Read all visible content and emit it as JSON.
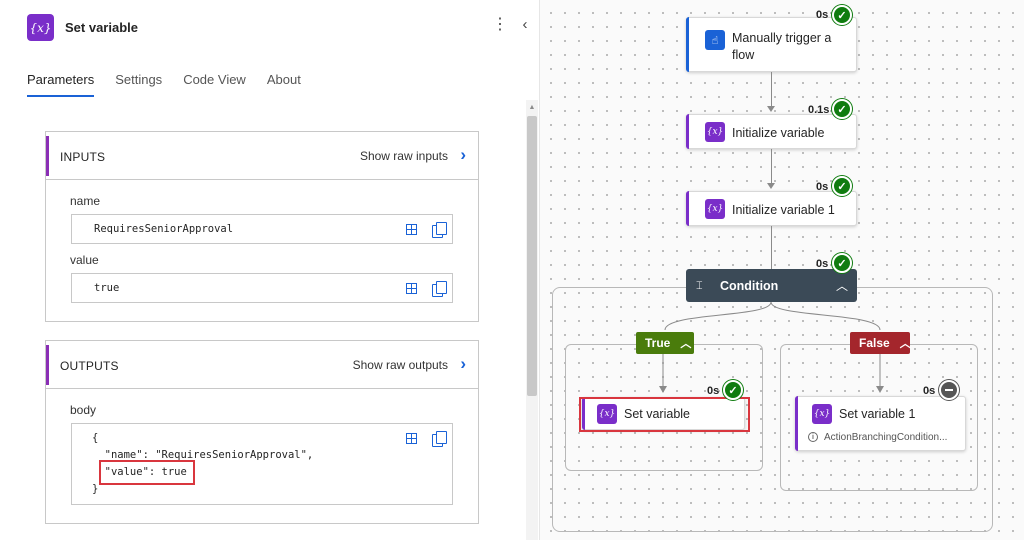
{
  "panel": {
    "icon_glyph": "{x}",
    "title": "Set variable",
    "more_icon": "more-vertical-icon",
    "collapse_icon": "chevron-left-icon",
    "tabs": [
      {
        "label": "Parameters",
        "active": true
      },
      {
        "label": "Settings",
        "active": false
      },
      {
        "label": "Code View",
        "active": false
      },
      {
        "label": "About",
        "active": false
      }
    ],
    "inputs": {
      "title": "INPUTS",
      "raw_link": "Show raw inputs",
      "fields": [
        {
          "label": "name",
          "value": "RequiresSeniorApproval"
        },
        {
          "label": "value",
          "value": "true"
        }
      ]
    },
    "outputs": {
      "title": "OUTPUTS",
      "raw_link": "Show raw outputs",
      "field_label": "body",
      "json_lines": [
        "{",
        "  \"name\": \"RequiresSeniorApproval\",",
        "  \"value\": true",
        "}"
      ]
    }
  },
  "canvas": {
    "trigger": {
      "label_line1": "Manually trigger a",
      "label_line2": "flow",
      "time": "0s",
      "status": "succeeded"
    },
    "init_var": {
      "label": "Initialize variable",
      "time": "0.1s",
      "status": "succeeded"
    },
    "init_var1": {
      "label": "Initialize variable 1",
      "time": "0s",
      "status": "succeeded"
    },
    "condition": {
      "label": "Condition",
      "time": "0s",
      "status": "succeeded"
    },
    "true_branch": {
      "tag": "True",
      "action": {
        "label": "Set variable",
        "time": "0s",
        "status": "succeeded"
      }
    },
    "false_branch": {
      "tag": "False",
      "action": {
        "label": "Set variable 1",
        "time": "0s",
        "status": "skipped",
        "info": "ActionBranchingCondition..."
      }
    },
    "colors": {
      "success": "#107c10",
      "true": "#4a7c0c",
      "false": "#a4262c",
      "condition": "#3b4a57",
      "variable": "#7a2ec9",
      "trigger": "#1a62d6",
      "highlight": "#d9363e"
    }
  }
}
